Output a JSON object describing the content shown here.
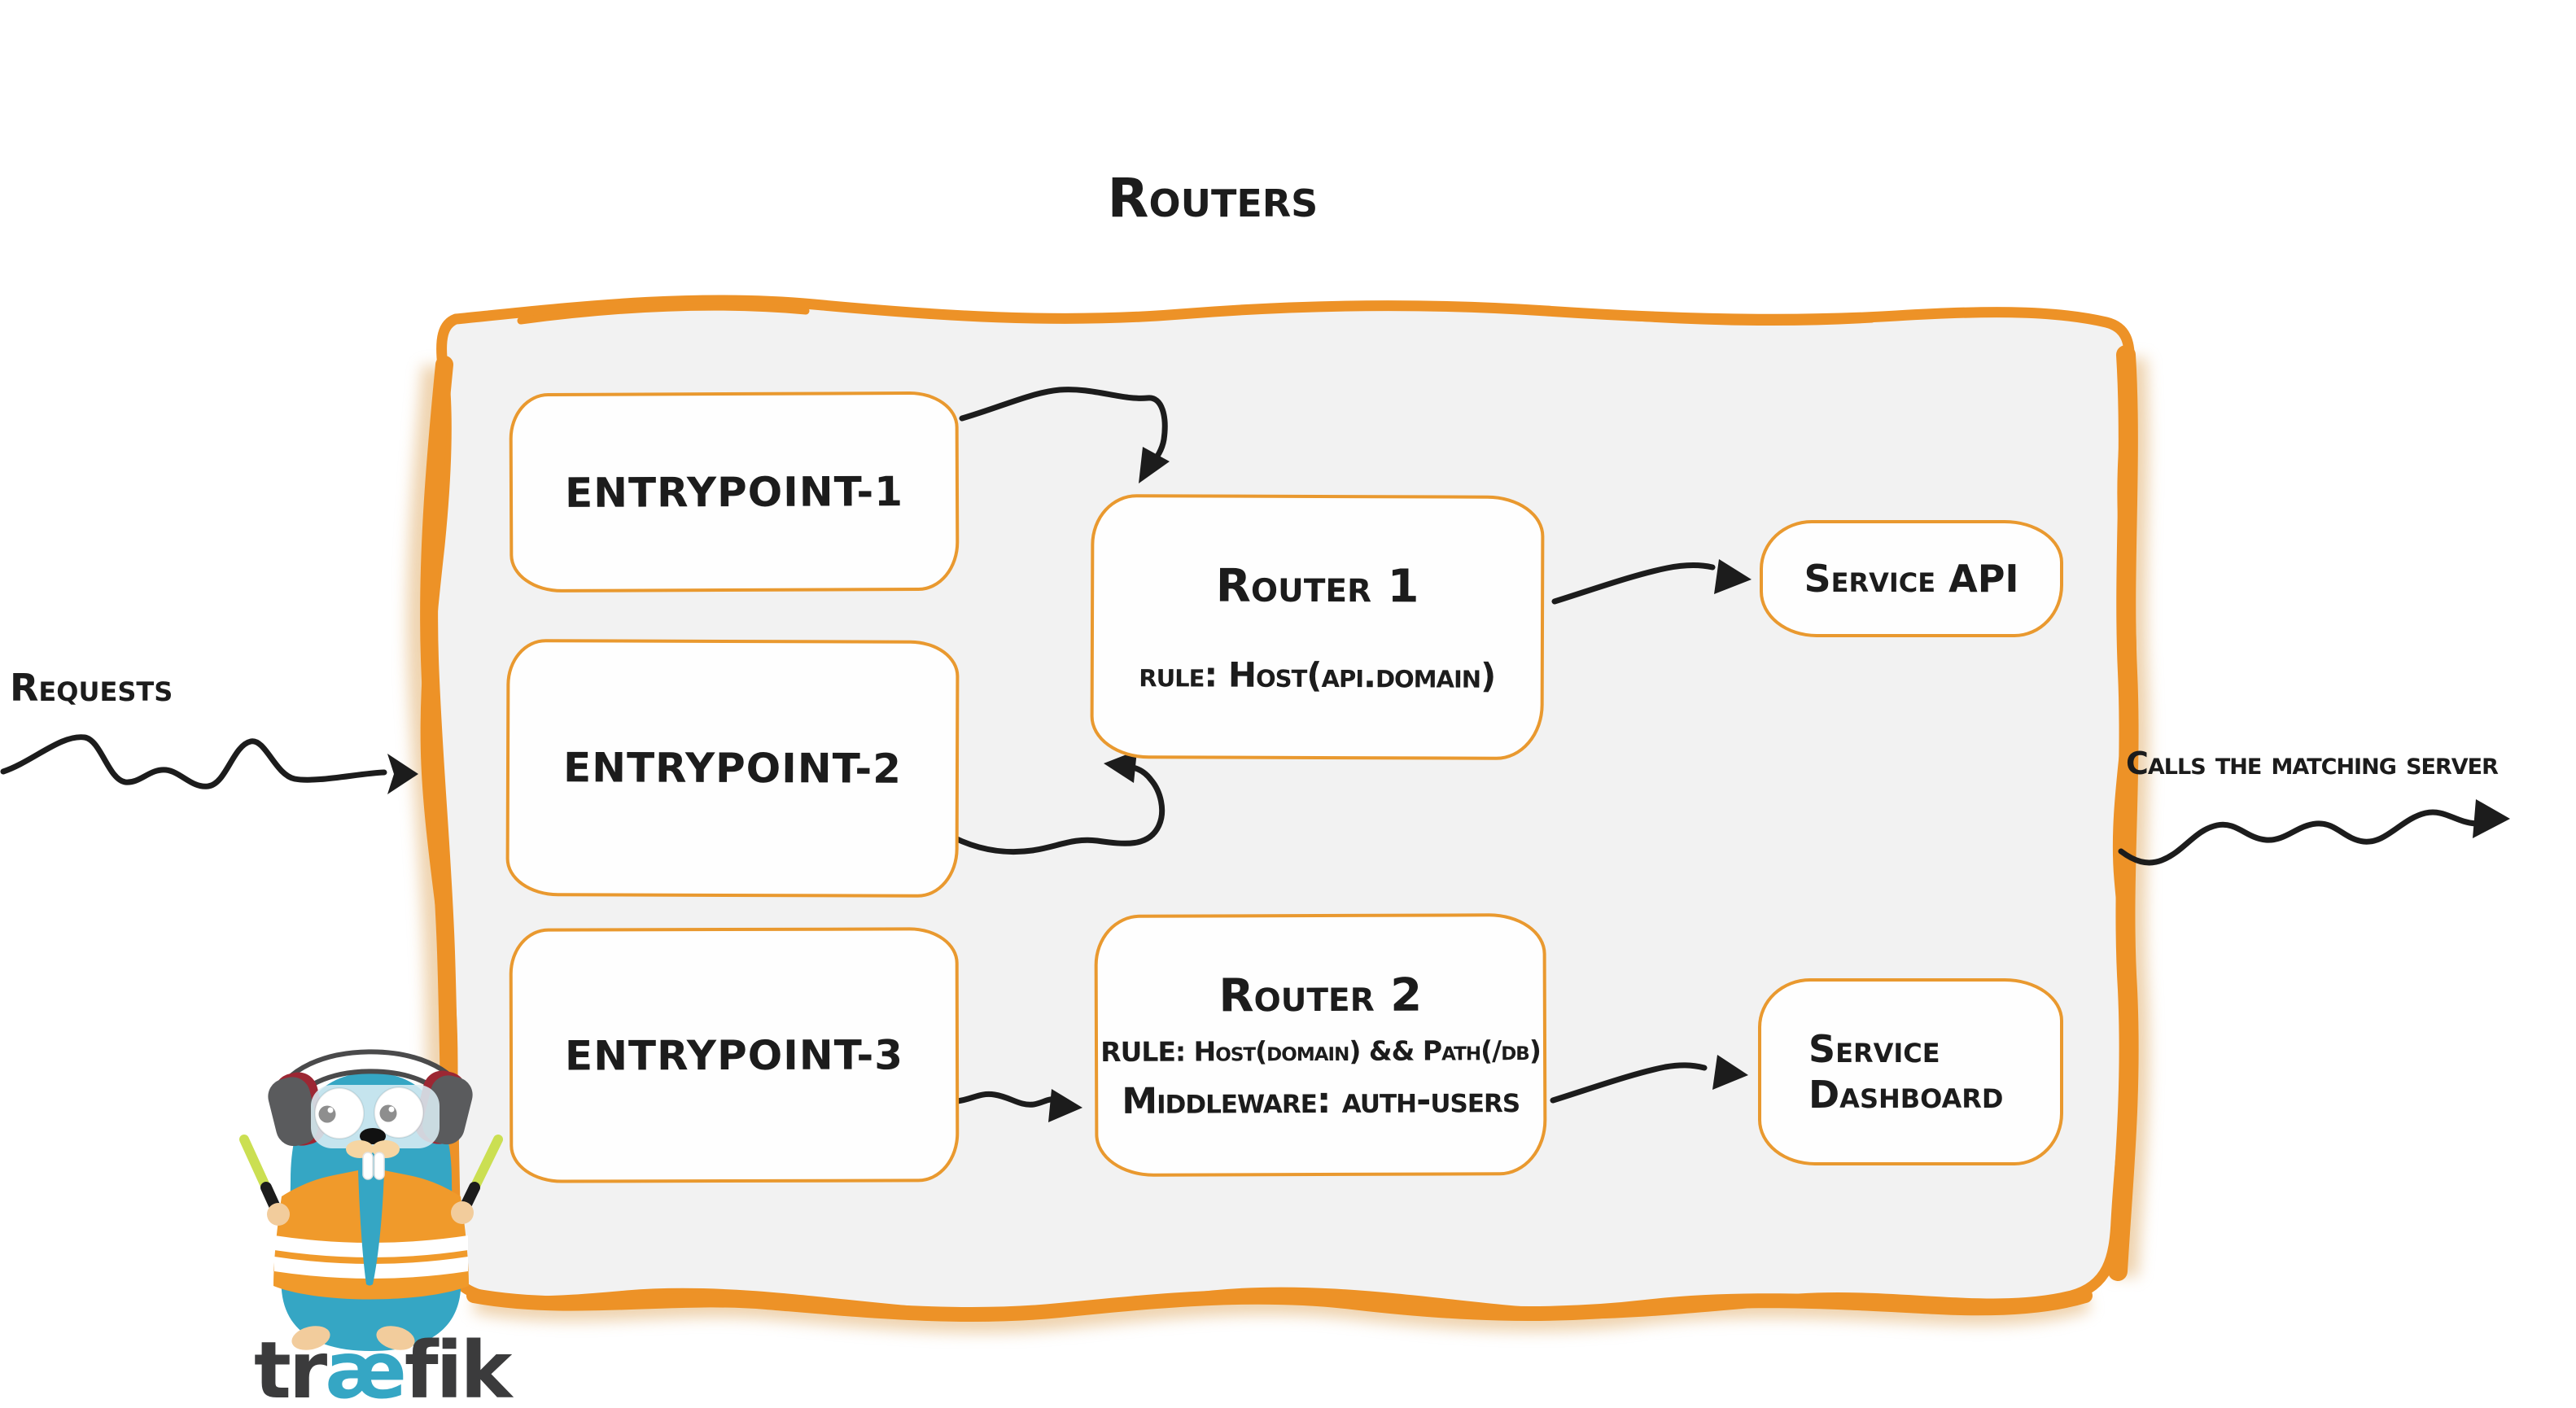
{
  "title": {
    "text": "Routers"
  },
  "annotations": {
    "requests": {
      "label": "Requests"
    },
    "calls": {
      "label": "Calls the matching server"
    }
  },
  "entrypoints": [
    {
      "label": "entrypoint-1"
    },
    {
      "label": "entrypoint-2"
    },
    {
      "label": "entrypoint-3"
    }
  ],
  "routers": [
    {
      "title": "Router 1",
      "rule": "rule: Host(api.domain)"
    },
    {
      "title": "Router 2",
      "rule": "RULE: Host(domain) && Path(/db)",
      "middleware": "Middleware: auth-users"
    }
  ],
  "services": [
    {
      "label": "Service API"
    },
    {
      "label": "Service Dashboard"
    }
  ],
  "logo": {
    "name": "traefik",
    "wordmark": {
      "left": "tr",
      "ligature": "æ",
      "right": "fik"
    }
  },
  "colors": {
    "accent_orange": "#ED9227",
    "panel_gray": "#F2F2F2",
    "ink": "#1C1C1C",
    "teal": "#35A6C4",
    "wordmark_gray": "#3B3B3C"
  }
}
